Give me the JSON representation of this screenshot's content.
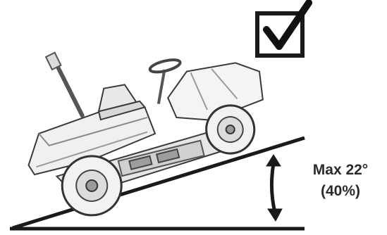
{
  "slope": {
    "max_angle_label": "Max 22°",
    "percent_label": "(40%)",
    "max_angle_degrees": 22,
    "max_grade_percent": 40
  },
  "approval": {
    "icon": "checkmark-box-icon",
    "checked": true
  },
  "colors": {
    "line": "#1a1a1a",
    "text": "#2b2b2b",
    "mower_body": "#f2f2f2",
    "mower_shade": "#bdbdbd",
    "background": "#ffffff"
  }
}
